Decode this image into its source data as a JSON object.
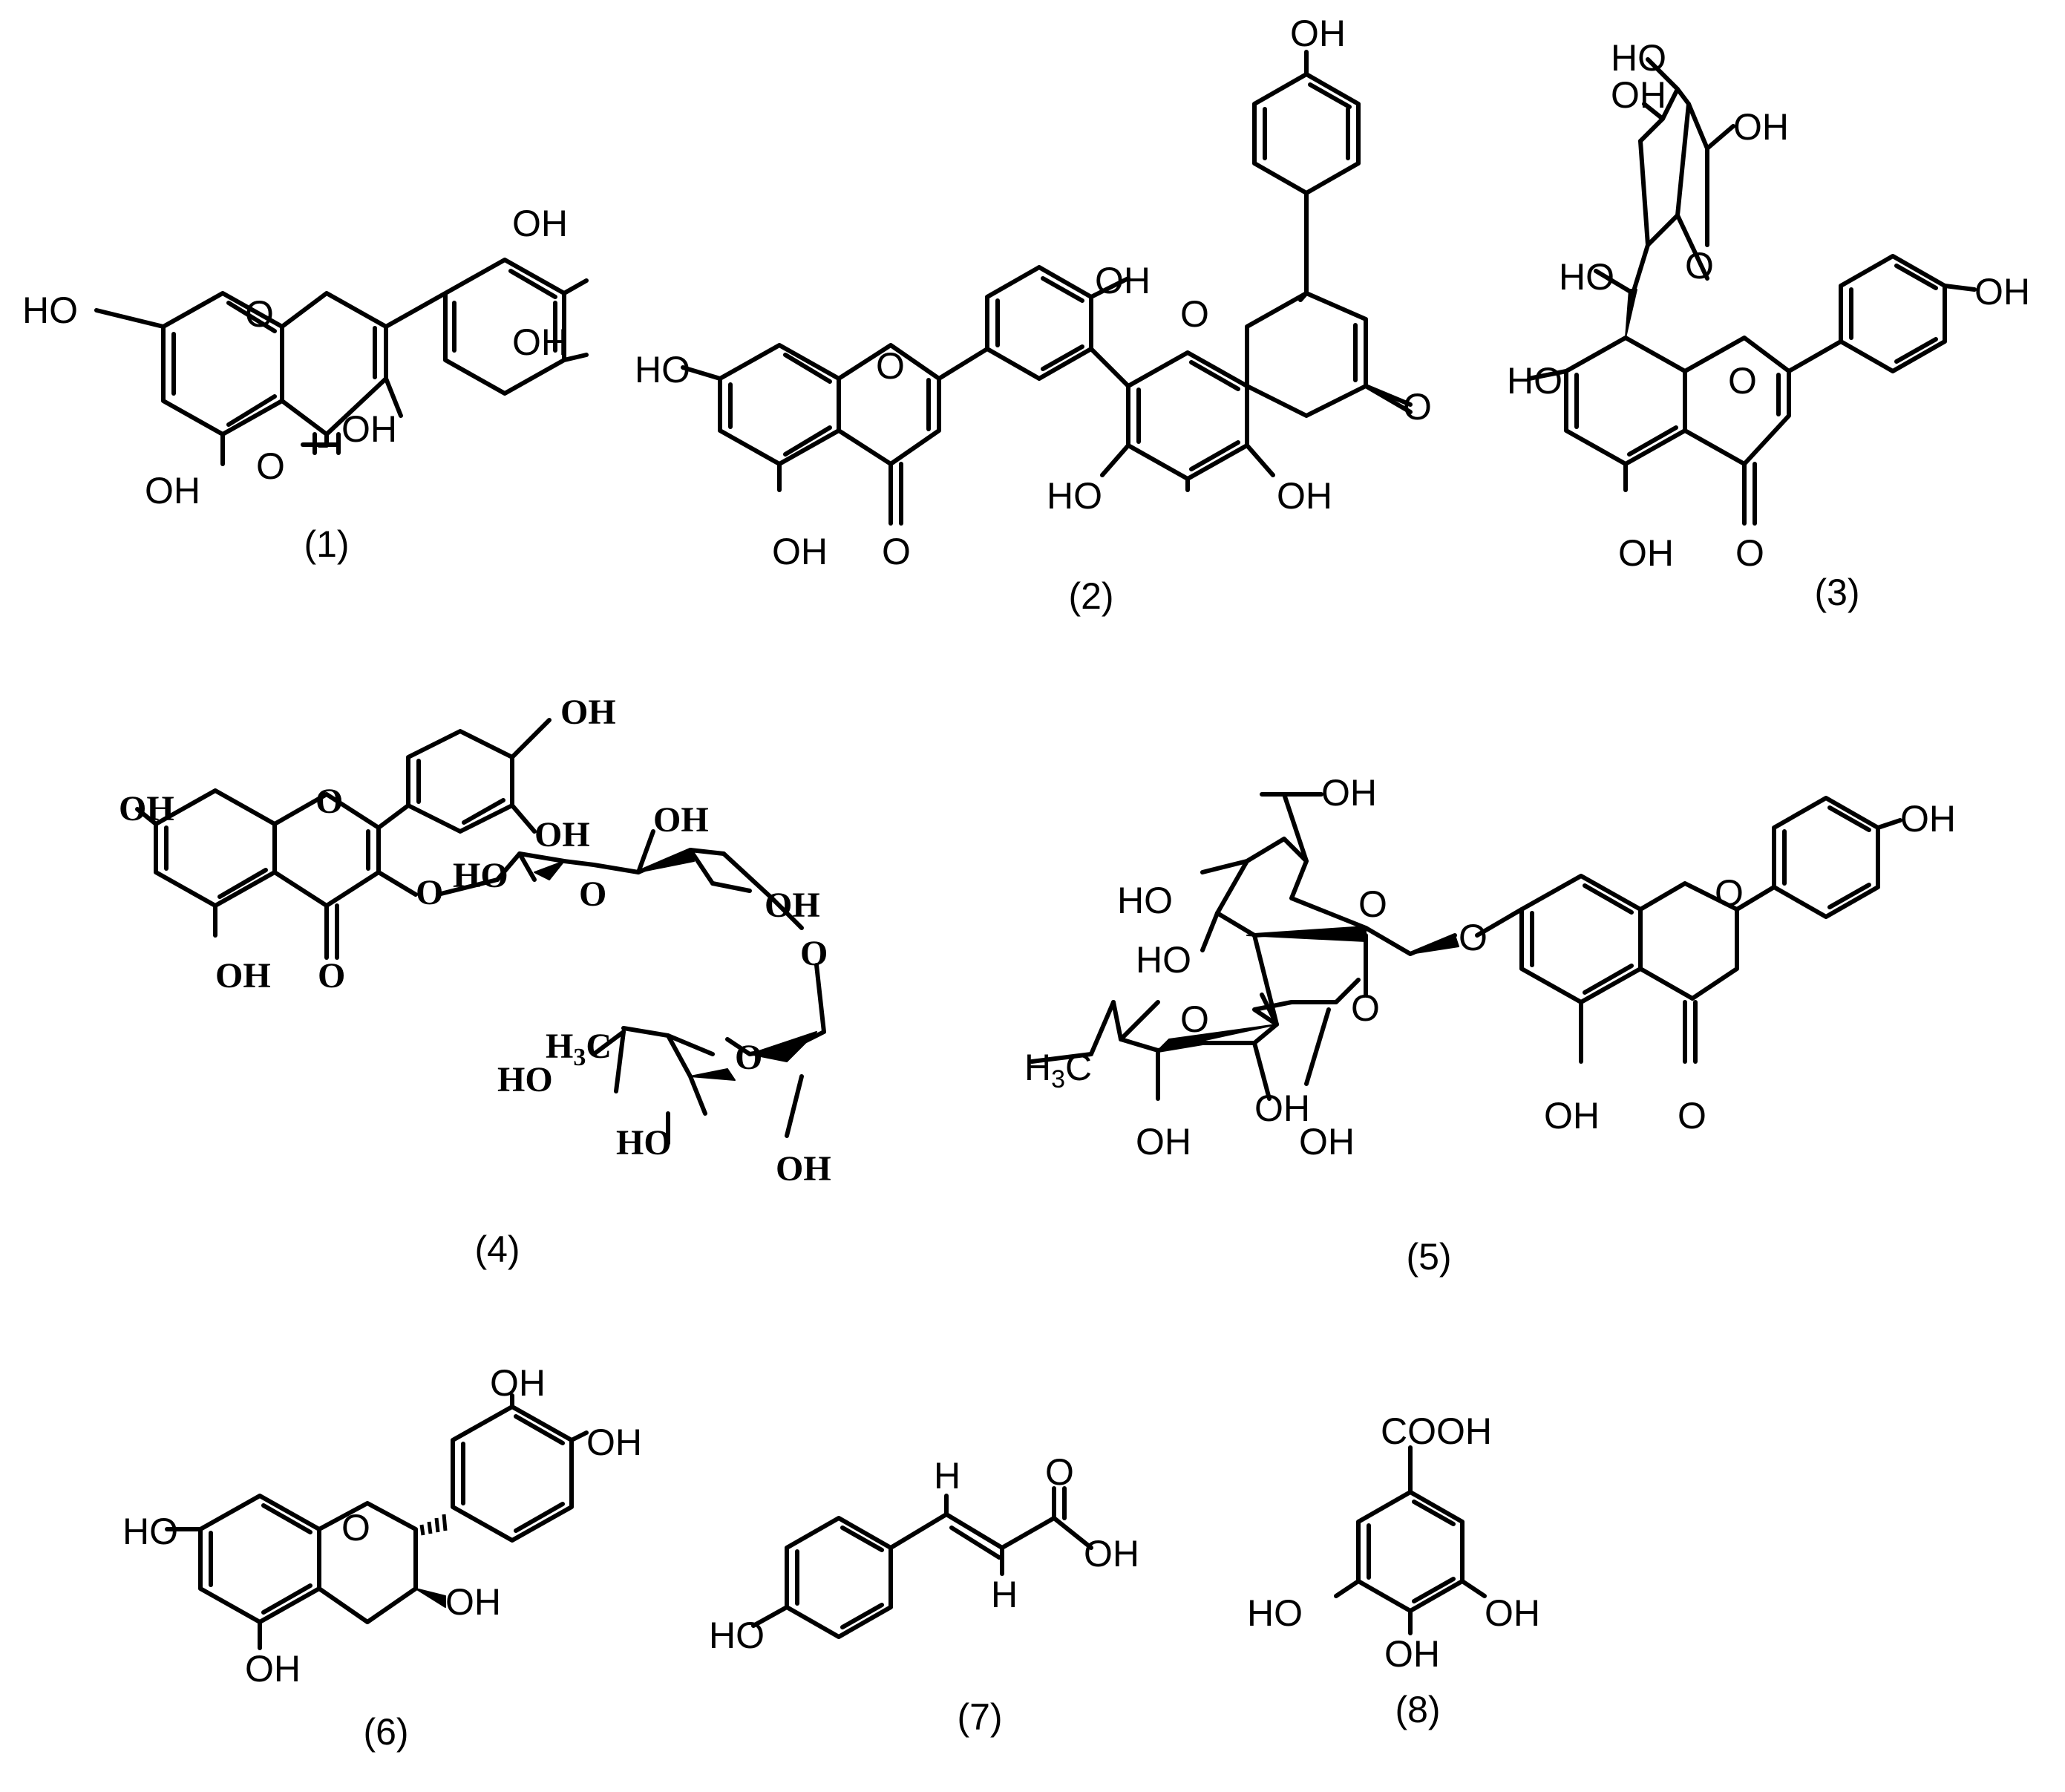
{
  "figure": {
    "background": "#ffffff",
    "ink": "#000000",
    "compounds": [
      {
        "caption": "(1)",
        "labels": {
          "oh7": "HO",
          "o1": "O",
          "oh3p": "OH",
          "oh4p": "OH",
          "oh3": "OH",
          "co": "O",
          "oh5": "OH"
        }
      },
      {
        "caption": "(2)",
        "labels": {
          "oh7": "HO",
          "o1": "O",
          "co": "O",
          "oh5": "OH",
          "ohA": "OH",
          "o1b": "O",
          "cob": "O",
          "oh4p": "OH",
          "oh7b": "HO",
          "oh5b": "OH"
        }
      },
      {
        "caption": "(3)",
        "labels": {
          "s_ho1": "HO",
          "s_oh1": "OH",
          "s_oh2": "OH",
          "s_ho2": "HO",
          "s_o": "O",
          "oh4p": "OH",
          "oh7": "HO",
          "o1": "O",
          "oh5": "OH",
          "co": "O"
        }
      },
      {
        "caption": "(4)",
        "labels": {
          "oh4p": "OH",
          "oh3p": "OH",
          "oh7": "OH",
          "o1": "O",
          "oh5": "OH",
          "co": "O",
          "o3": "O",
          "g_ho": "HO",
          "g_o": "O",
          "g_oh1": "OH",
          "g_oh2": "OH",
          "o6": "O",
          "r_ch3": "H3C",
          "r_o": "O",
          "r_ho1": "HO",
          "r_ho2": "HO",
          "r_oh": "OH"
        }
      },
      {
        "caption": "(5)",
        "labels": {
          "g_oh6": "OH",
          "g_ho4": "HO",
          "g_o": "O",
          "g_ho3": "HO",
          "o7": "O",
          "r_o": "O",
          "o2": "O",
          "r_ch3": "H3C",
          "r_oh1": "OH",
          "r_oh2": "OH",
          "r_oh3": "OH",
          "o1": "O",
          "oh4p": "OH",
          "oh5": "OH",
          "co": "O"
        }
      },
      {
        "caption": "(6)",
        "labels": {
          "oh3p": "OH",
          "oh4p": "OH",
          "oh7": "HO",
          "o1": "O",
          "oh3": "OH",
          "oh5": "OH"
        }
      },
      {
        "caption": "(7)",
        "labels": {
          "h1": "H",
          "o_co": "O",
          "oh_c": "OH",
          "h2": "H",
          "oh4": "HO"
        }
      },
      {
        "caption": "(8)",
        "labels": {
          "cooh": "COOH",
          "ho3": "HO",
          "oh5": "OH",
          "oh4": "OH"
        }
      }
    ]
  }
}
